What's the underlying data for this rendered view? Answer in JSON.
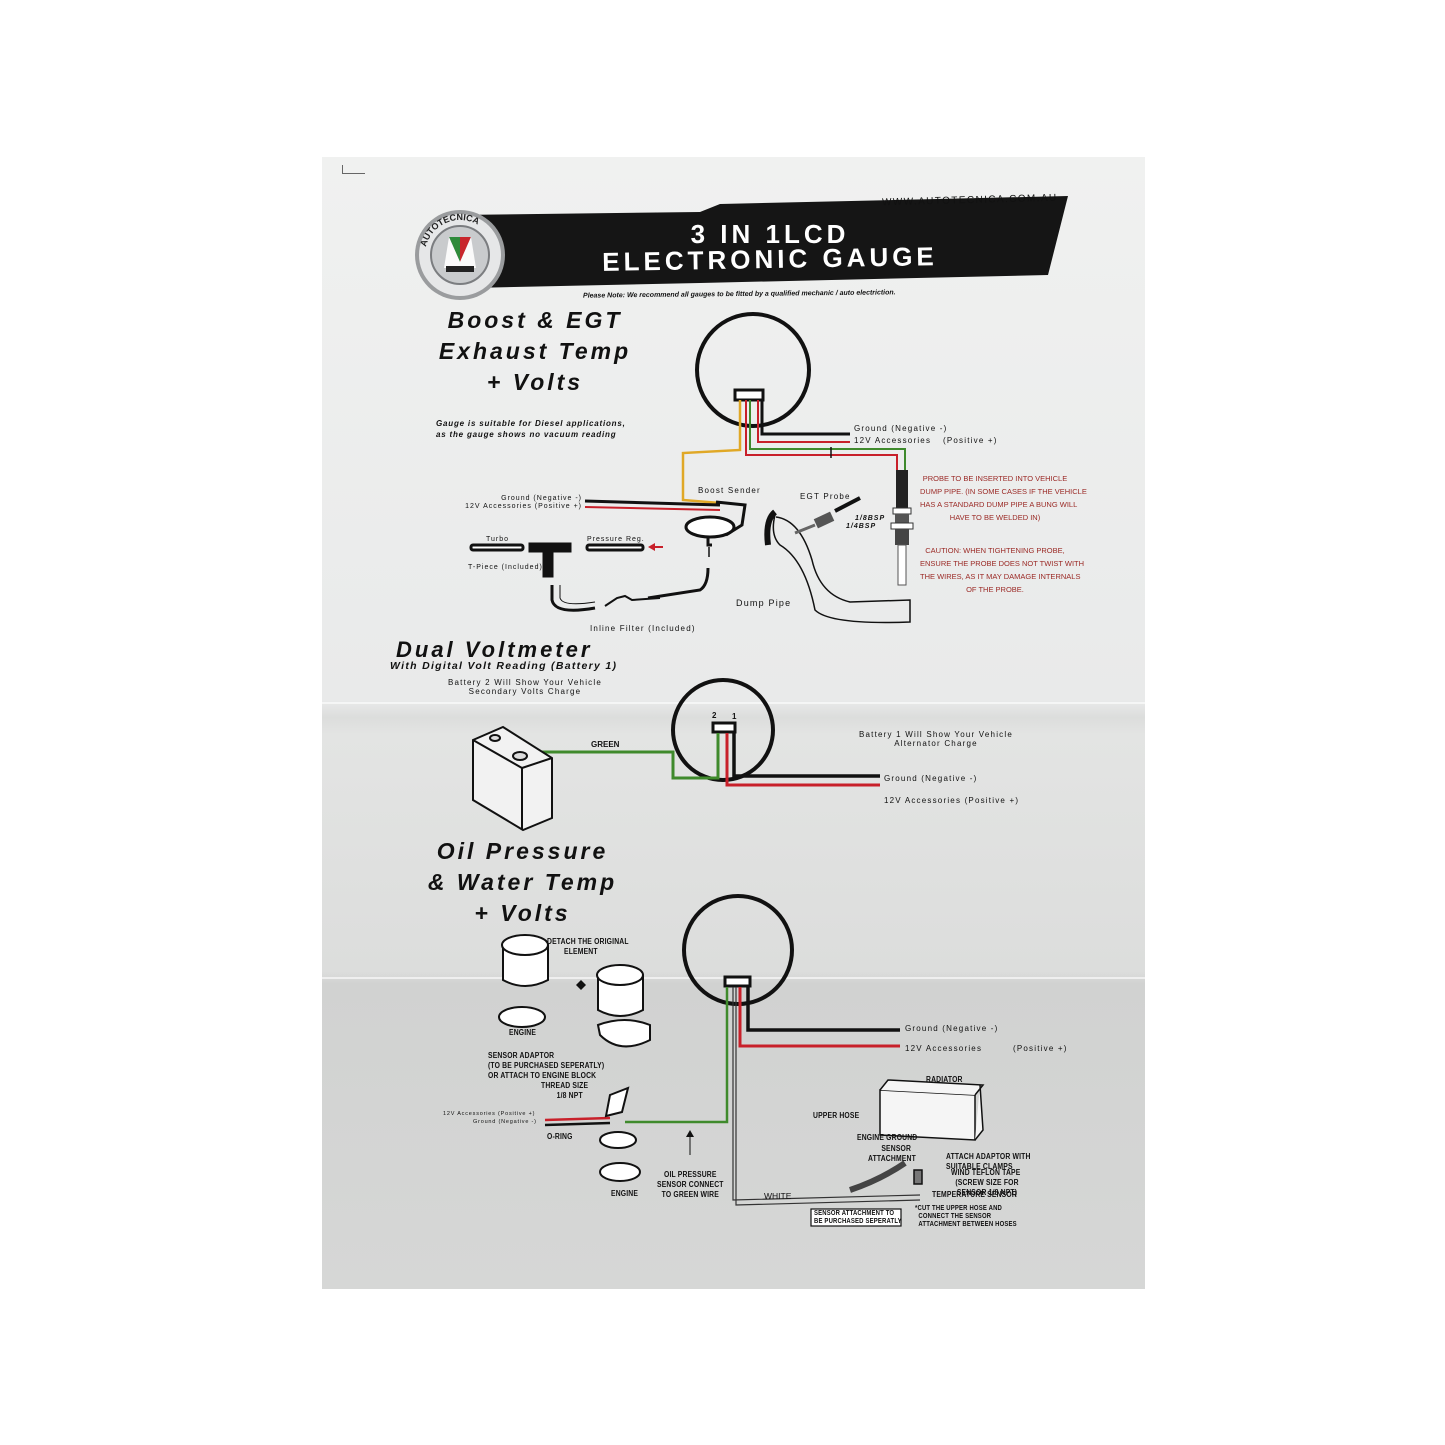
{
  "header": {
    "website": "WWW.AUTOTECNICA.COM.AU",
    "brand": "AUTOTECNICA",
    "brand_inner": "AUTOTECNICA",
    "title_line1": "3 IN 1LCD",
    "title_line2": "ELECTRONIC GAUGE",
    "note": "Please Note: We recommend all gauges to be fitted by a qualified mechanic / auto electriction."
  },
  "section1": {
    "title_lines": [
      "Boost & EGT",
      "Exhaust Temp",
      "+ Volts"
    ],
    "note_lines": [
      "Gauge is suitable for Diesel applications,",
      "as the gauge shows no vacuum reading"
    ],
    "ground_label": "Ground (Negative -)",
    "accessories_label": "12V Accessories",
    "positive_label": "(Positive +)",
    "sender_ground": "Ground (Negative -)",
    "sender_accessories": "12V Accessories (Positive +)",
    "boost_sender": "Boost Sender",
    "egt_probe": "EGT Probe",
    "bsp_18": "1/8BSP",
    "bsp_14": "1/4BSP",
    "turbo": "Turbo",
    "pressure_reg": "Pressure Reg.",
    "t_piece": "T-Piece (Included)",
    "inline_filter": "Inline Filter (Included)",
    "dump_pipe": "Dump Pipe",
    "probe_note_lines": [
      "PROBE TO BE INSERTED INTO VEHICLE",
      "DUMP PIPE. (IN SOME CASES IF THE VEHICLE",
      "HAS A STANDARD DUMP PIPE A BUNG WILL",
      "HAVE TO BE WELDED IN)"
    ],
    "caution_lines": [
      "CAUTION: WHEN TIGHTENING PROBE,",
      "ENSURE THE PROBE DOES NOT TWIST WITH",
      "THE WIRES, AS IT MAY DAMAGE INTERNALS",
      "OF THE PROBE."
    ]
  },
  "section2": {
    "title": "Dual Voltmeter",
    "subtitle": "With Digital Volt Reading (Battery 1)",
    "battery2_lines": [
      "Battery 2 Will Show Your Vehicle",
      "Secondary Volts Charge"
    ],
    "battery1_lines": [
      "Battery 1 Will Show Your Vehicle",
      "Alternator Charge"
    ],
    "pin2": "2",
    "pin1": "1",
    "green_label": "GREEN",
    "ground_label": "Ground (Negative -)",
    "accessories_label": "12V Accessories (Positive +)"
  },
  "section3": {
    "title_lines": [
      "Oil Pressure",
      "& Water Temp",
      "+ Volts"
    ],
    "detach_lines": [
      "DETACH THE ORIGINAL",
      "ELEMENT"
    ],
    "engine_top": "ENGINE",
    "engine_bottom": "ENGINE",
    "sensor_adaptor_lines": [
      "SENSOR ADAPTOR",
      "(TO BE PURCHASED SEPERATLY)",
      "OR ATTACH TO ENGINE BLOCK"
    ],
    "thread_lines": [
      "THREAD SIZE",
      "1/8 NPT"
    ],
    "sensor_accessories": "12V Accessories (Positive +)",
    "sensor_ground": "Ground (Negative -)",
    "oring": "O-RING",
    "oil_note_lines": [
      "OIL PRESSURE",
      "SENSOR CONNECT",
      "TO GREEN WIRE"
    ],
    "ground_label": "Ground (Negative -)",
    "accessories_label": "12V Accessories",
    "positive_label": "(Positive +)",
    "white_label": "WHITE",
    "radiator": "RADIATOR",
    "upper_hose": "UPPER HOSE",
    "engine_ground": "ENGINE GROUND",
    "sensor_attachment_lines": [
      "SENSOR",
      "ATTACHMENT"
    ],
    "attach_adaptor_lines": [
      "ATTACH ADAPTOR WITH",
      "SUITABLE CLAMPS"
    ],
    "teflon_lines": [
      "WIND TEFLON TAPE",
      "(SCREW SIZE FOR",
      "SENSOR 1/8 NPT)"
    ],
    "temp_sensor": "TEMPERATURE SENSOR",
    "purchase_box_lines": [
      "SENSOR ATTACHMENT TO",
      "BE PURCHASED SEPERATLY"
    ],
    "cut_hose_lines": [
      "*CUT THE UPPER HOSE AND",
      "CONNECT THE SENSOR",
      "ATTACHMENT BETWEEN HOSES"
    ]
  },
  "colors": {
    "paper": "#eaebea",
    "banner": "#151515",
    "wire_black": "#111111",
    "wire_red": "#c8202a",
    "wire_green": "#3f8a2c",
    "wire_yellow": "#e0a826",
    "note_red": "#9b2a26",
    "logo_green": "#2e8a3a",
    "logo_red": "#c8262c"
  }
}
